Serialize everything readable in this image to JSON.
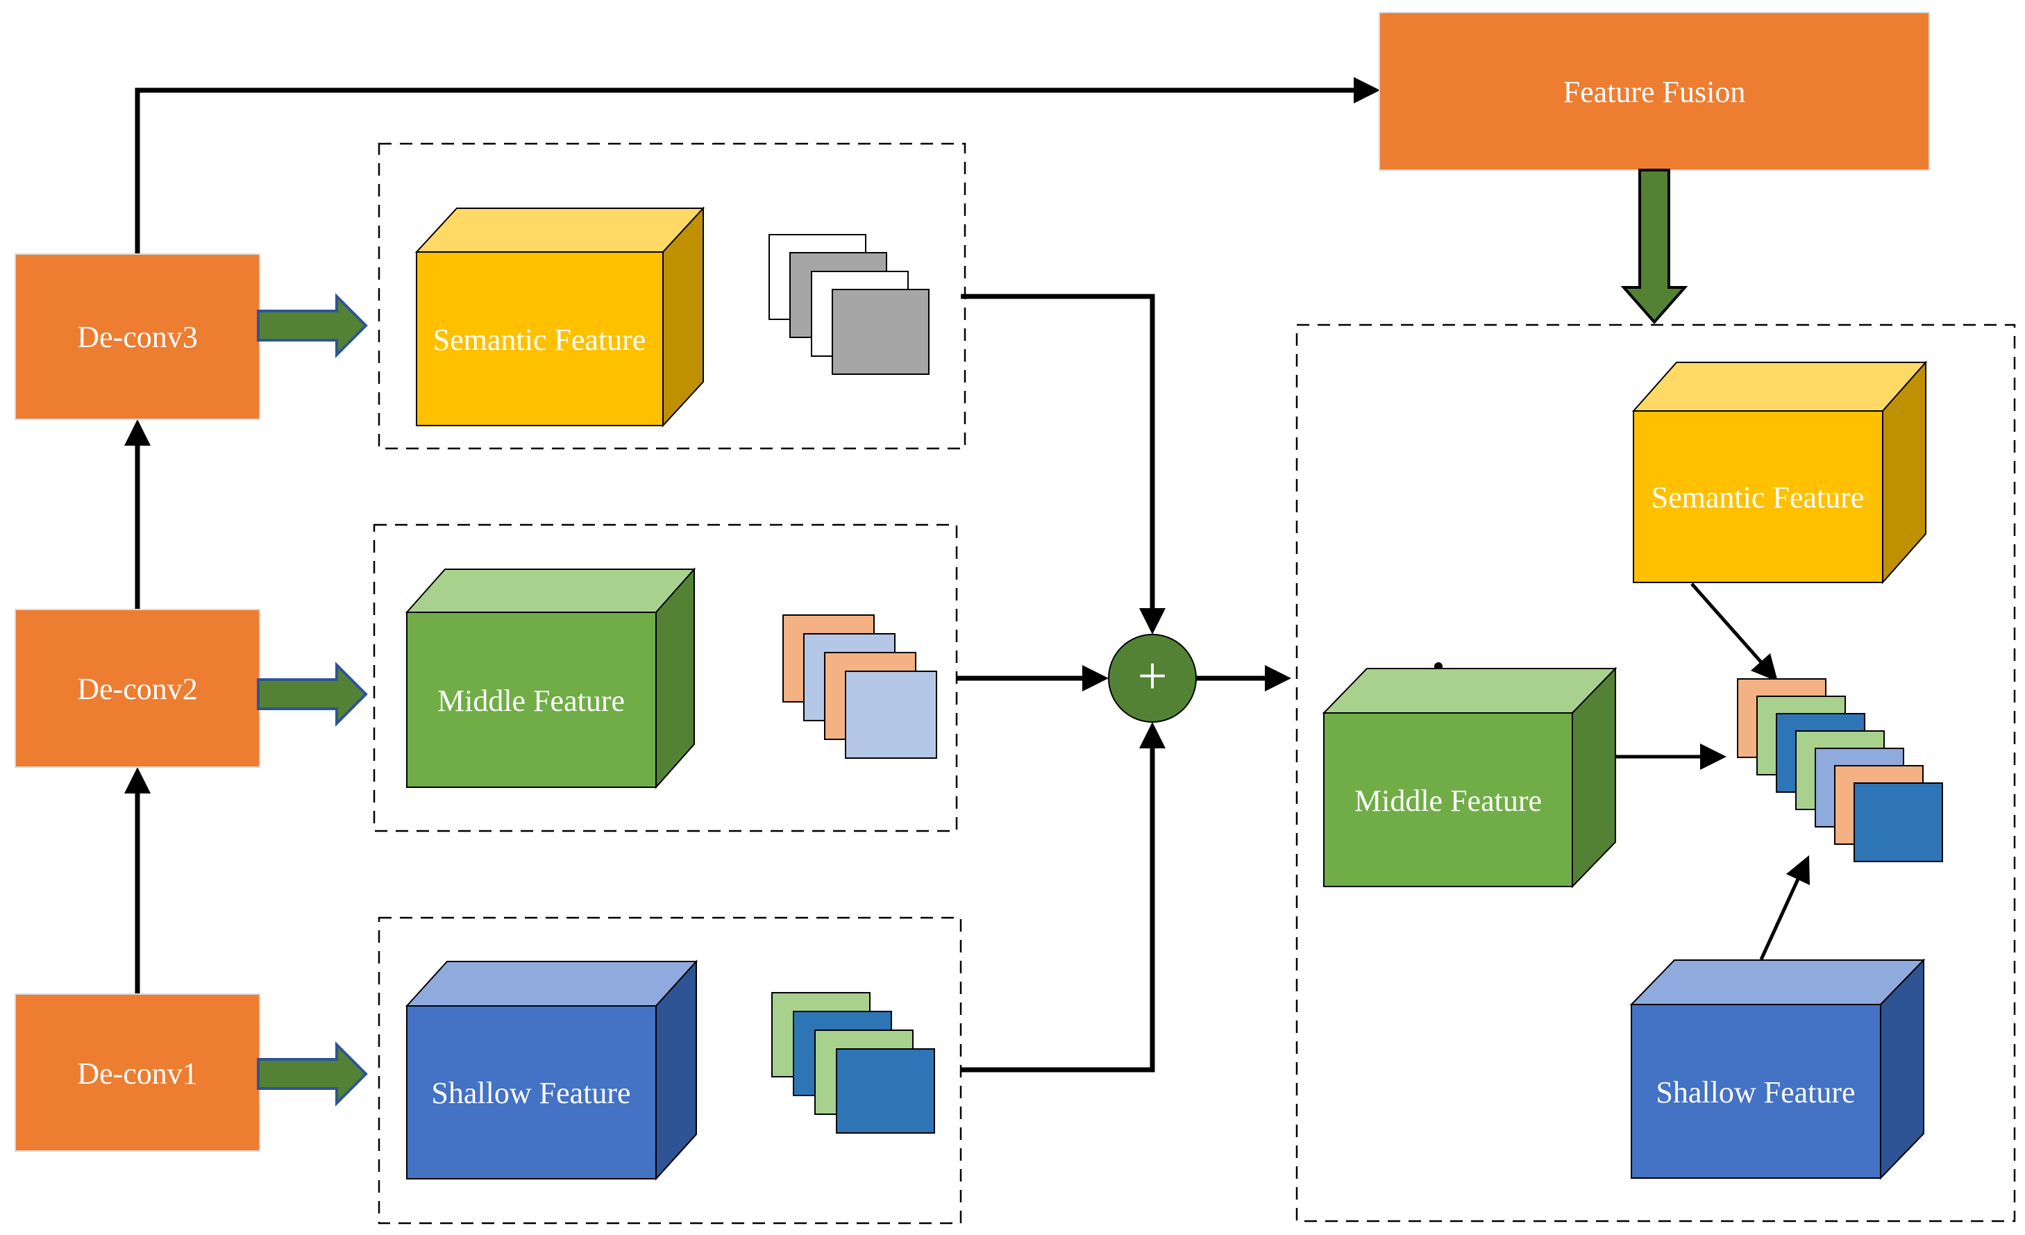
{
  "nodes": {
    "deconv3": {
      "label": "De-conv3"
    },
    "deconv2": {
      "label": "De-conv2"
    },
    "deconv1": {
      "label": "De-conv1"
    },
    "feature_fusion": {
      "label": "Feature Fusion"
    },
    "plus": {
      "label": "+"
    }
  },
  "left_panel": {
    "semantic": {
      "label": "Semantic Feature"
    },
    "middle": {
      "label": "Middle Feature"
    },
    "shallow": {
      "label": "Shallow Feature"
    }
  },
  "right_panel": {
    "semantic": {
      "label": "Semantic Feature"
    },
    "middle": {
      "label": "Middle Feature"
    },
    "shallow": {
      "label": "Shallow Feature"
    }
  },
  "colors": {
    "orange": "#ED7D31",
    "arrow_green": "#548235",
    "arrow_border": "#2F5496",
    "plus_green": "#548235",
    "line_black": "#000000",
    "cuboids": {
      "yellow": {
        "front": "#FFC000",
        "top": "#FFD966",
        "side": "#BF9000"
      },
      "green": {
        "front": "#70AD47",
        "top": "#A9D18E",
        "side": "#548235"
      },
      "blue": {
        "front": "#4472C4",
        "top": "#8FAADC",
        "side": "#2F5496"
      }
    },
    "squares": {
      "semantic": [
        "#FFFFFF",
        "#A6A6A6",
        "#FFFFFF",
        "#A6A6A6"
      ],
      "middle": [
        "#F4B183",
        "#B4C7E7",
        "#F4B183",
        "#B4C7E7"
      ],
      "shallow": [
        "#A9D18E",
        "#2E75B6",
        "#A9D18E",
        "#2E75B6"
      ],
      "fusion": [
        "#F4B183",
        "#A9D18E",
        "#2E75B6",
        "#A9D18E",
        "#8FAADC",
        "#F4B183",
        "#2E75B6"
      ]
    }
  }
}
